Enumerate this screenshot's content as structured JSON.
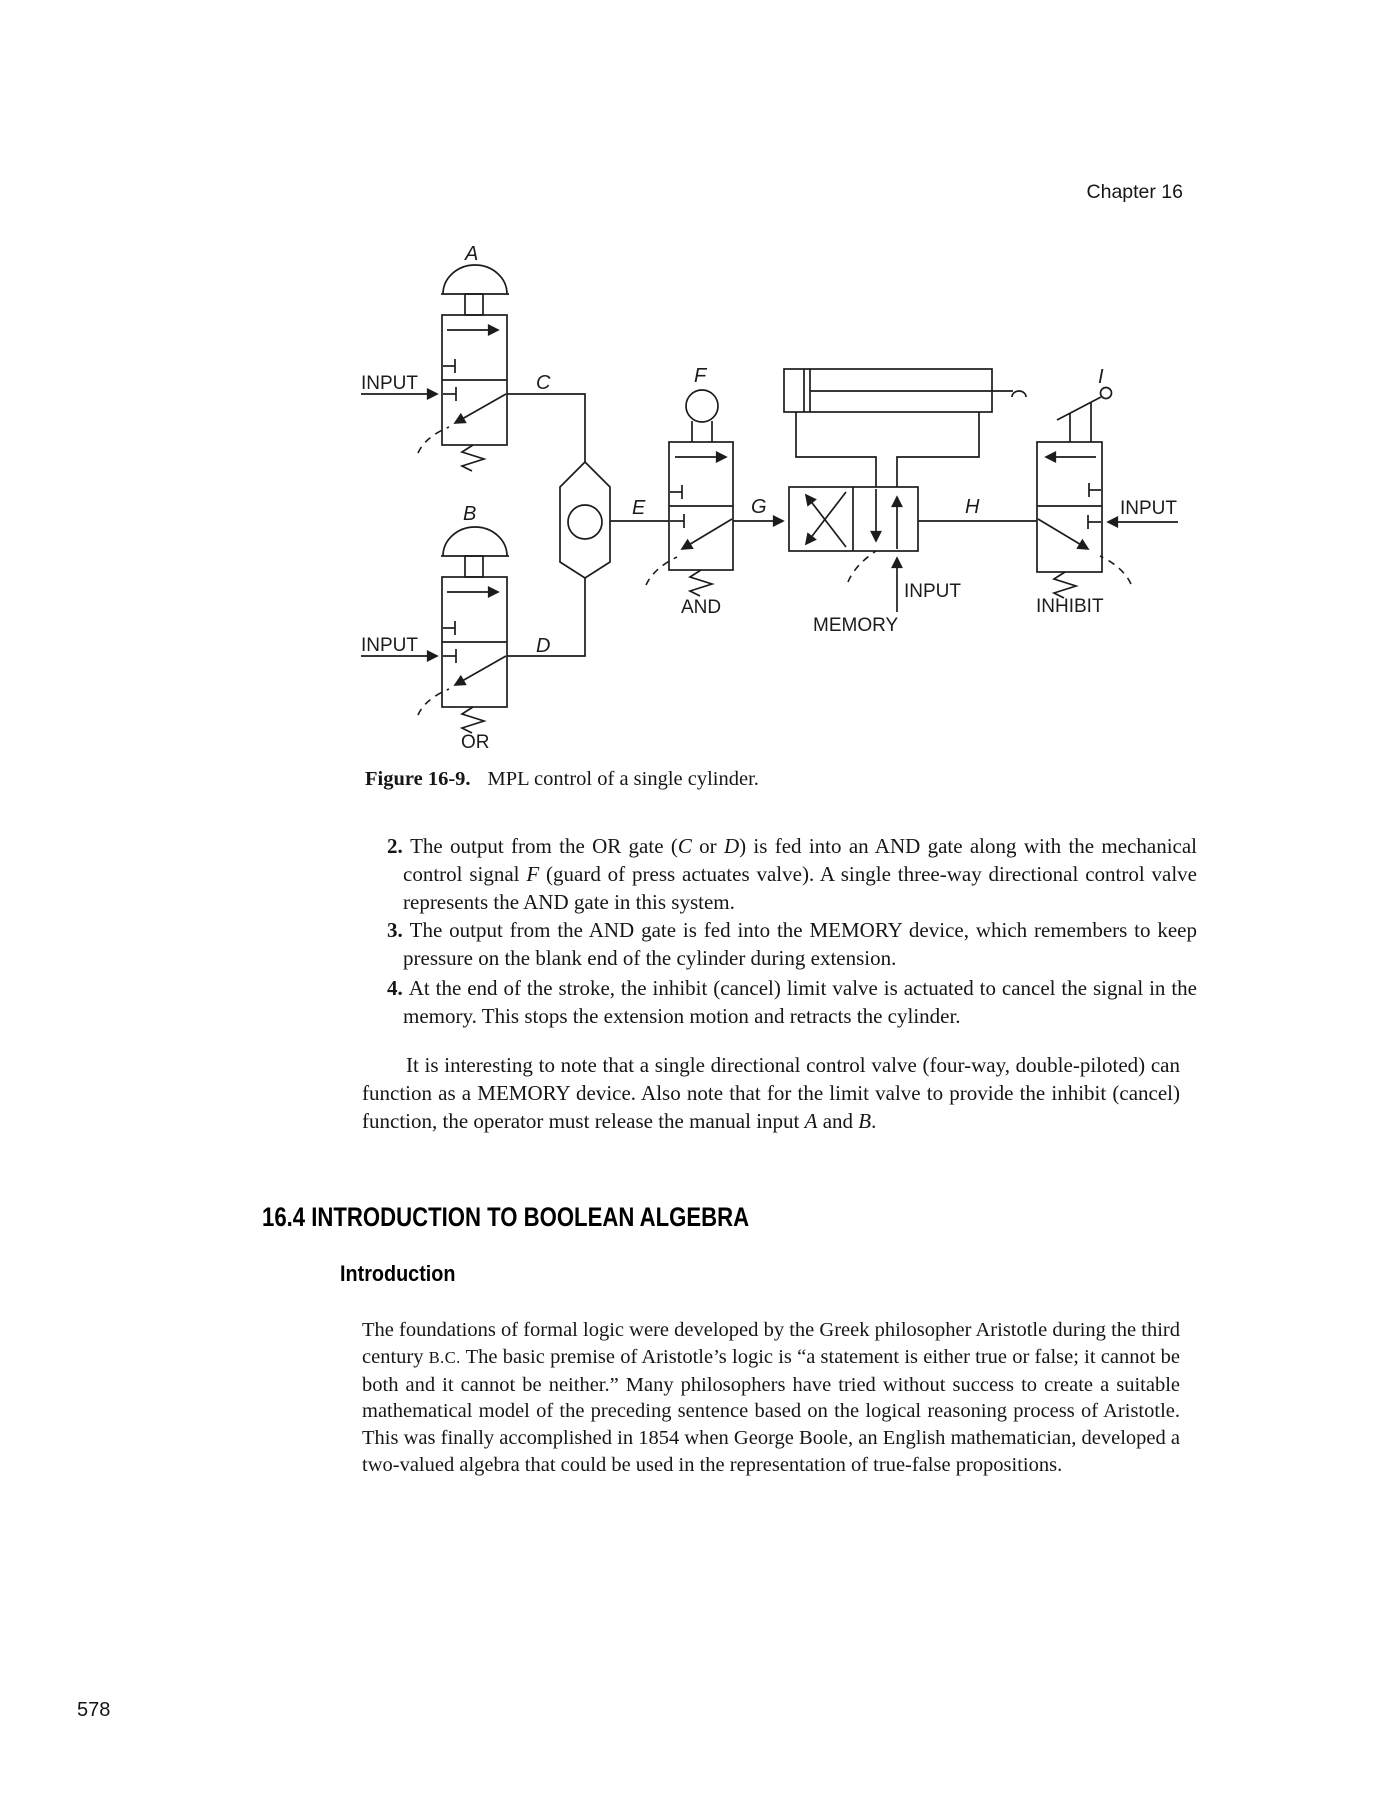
{
  "page": {
    "header": "Chapter 16",
    "page_number": "578"
  },
  "figure": {
    "caption_label": "Figure 16-9.",
    "caption_text": "MPL control of a single cylinder.",
    "signal_labels": {
      "a": "A",
      "b": "B",
      "c": "C",
      "d": "D",
      "e": "E",
      "f": "F",
      "g": "G",
      "h": "H",
      "i": "I"
    },
    "text_labels": {
      "input_a": "INPUT",
      "input_b": "INPUT",
      "or": "OR",
      "and": "AND",
      "memory": "MEMORY",
      "memory_input": "INPUT",
      "inhibit": "INHIBIT",
      "inhibit_input": "INPUT"
    }
  },
  "list": {
    "items": [
      {
        "number": "2.",
        "segments": [
          "The output from the OR gate (",
          "C",
          " or ",
          "D",
          ") is fed into an AND gate along with the mechanical control signal ",
          "F",
          " (guard of press actuates valve). A single three-way directional control valve represents the AND gate in this system."
        ]
      },
      {
        "number": "3.",
        "segments": [
          "The output from the AND gate is fed into the MEMORY device, which remembers to keep pressure on the blank end of the cylinder during extension."
        ]
      },
      {
        "number": "4.",
        "segments": [
          "At the end of the stroke, the inhibit (cancel) limit valve is actuated to cancel the signal in the memory. This stops the extension motion and retracts the cylinder."
        ]
      }
    ]
  },
  "paragraphs": {
    "p1": {
      "segments": [
        "It is interesting to note that a single directional control valve (four-way, double-piloted) can function as a MEMORY device. Also note that for the limit valve to provide the inhibit (cancel) function, the operator must release the manual input ",
        "A",
        " and ",
        "B",
        "."
      ]
    },
    "p2": {
      "segments": [
        "The foundations of formal logic were developed by the Greek philosopher Aristotle during the third century ",
        "B.C.",
        " The basic premise of Aristotle’s logic is “a statement is either true or false; it cannot be both and it cannot be neither.” Many philosophers have tried without success to create a suitable mathematical model of the preceding sentence based on the logical reasoning process of Aristotle. This was finally accomplished in 1854 when George Boole, an English mathematician, developed a two-valued algebra that could be used in the representation of true-false propositions."
      ]
    }
  },
  "sections": {
    "heading": "16.4 INTRODUCTION TO BOOLEAN ALGEBRA",
    "subheading": "Introduction"
  }
}
